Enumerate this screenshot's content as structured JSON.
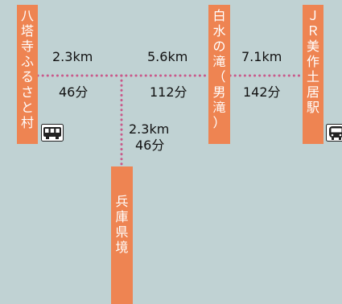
{
  "nodes": {
    "hattoji": "八塔寺ふるさと村",
    "shirouzu": "白水の滝（男滝）",
    "jr_station": "ＪＲ美作土居駅",
    "hyogo_border": "兵庫県境"
  },
  "routes": {
    "hattoji_junction": {
      "distance": "2.3km",
      "time": "46分"
    },
    "junction_shirouzu": {
      "distance": "5.6km",
      "time": "112分"
    },
    "shirouzu_jr": {
      "distance": "7.1km",
      "time": "142分"
    },
    "junction_border": {
      "distance": "2.3km",
      "time": "46分"
    }
  },
  "icons": {
    "hattoji_transport": "bus-icon",
    "jr_transport": "train-icon"
  },
  "colors": {
    "background": "#c0d2d3",
    "node_fill": "#ee8452",
    "node_text": "#ffffff",
    "trail_dots": "#c9588a"
  }
}
